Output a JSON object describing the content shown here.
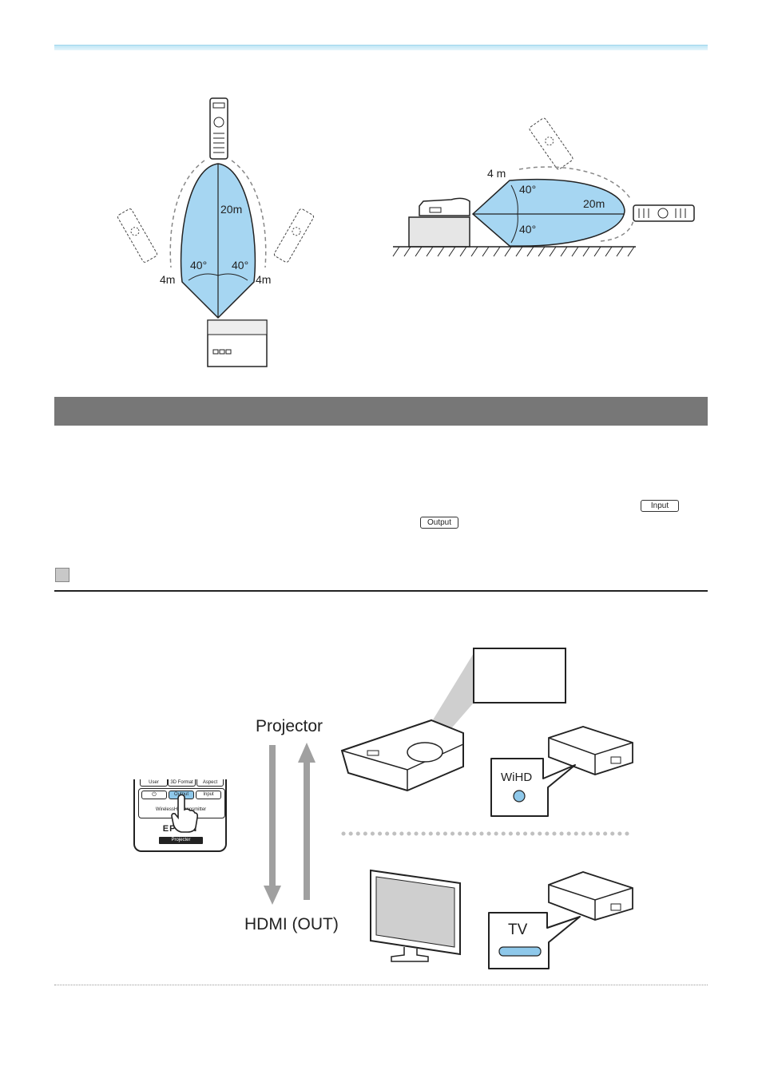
{
  "diagram_top_left": {
    "distance_label": "20m",
    "angle_left": "40°",
    "angle_right": "40°",
    "side_left": "4m",
    "side_right": "4m"
  },
  "diagram_top_right": {
    "side_label": "4 m",
    "angle_top": "40°",
    "angle_bottom": "40°",
    "distance_label": "20m"
  },
  "keys": {
    "input": "Input",
    "output": "Output"
  },
  "remote": {
    "btn_user": "User",
    "btn_3d": "3D Format",
    "btn_aspect": "Aspect",
    "btn_power": "⏻",
    "btn_output": "Output",
    "btn_input": "Input",
    "transmitter": "WirelessHD Transmitter",
    "brand": "EPSON",
    "badge": "Projecter"
  },
  "bottom_diagram": {
    "label_projector": "Projector",
    "label_hdmi": "HDMI (OUT)",
    "indicator_wihd": "WiHD",
    "indicator_tv": "TV",
    "color_indicator": "#8ec8ea"
  }
}
